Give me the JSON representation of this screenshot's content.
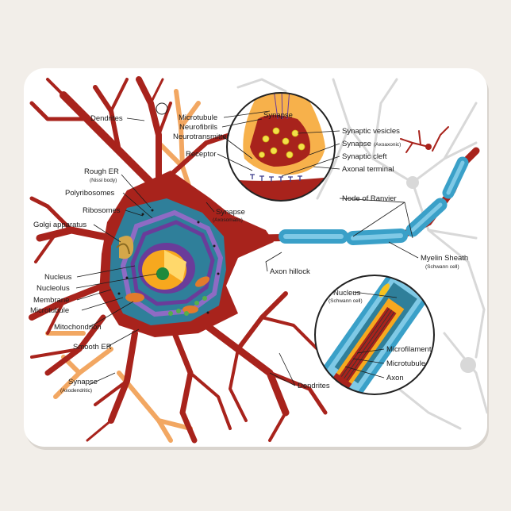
{
  "labels": {
    "dendrites_top": "Dendrites",
    "rough_er": "Rough ER",
    "rough_er_sub": "(Nissl body)",
    "polyribosomes": "Polyribosomes",
    "ribosomes": "Ribosomes",
    "golgi": "Golgi apparatus",
    "nucleus": "Nucleus",
    "nucleolus": "Nucleolus",
    "membrane": "Membrane",
    "microtubule_left": "Microtubule",
    "mitochondrion": "Mitochondrion",
    "smooth_er": "Smooth ER",
    "synapse_axodendritic": "Synapse",
    "synapse_axodendritic_sub": "(Axodendritic)",
    "microtubule_top": "Microtubule",
    "neurofibrils": "Neurofibrils",
    "neurotransmitter": "Neurotransmitter",
    "receptor": "Receptor",
    "synapse_circle": "Synapse",
    "synaptic_vesicles": "Synaptic vesicles",
    "synapse_axoaxonic": "Synapse",
    "synapse_axoaxonic_sub": "(Axoaxonic)",
    "synaptic_cleft": "Synaptic cleft",
    "axonal_terminal": "Axonal terminal",
    "synapse_axosomatic": "Synapse",
    "synapse_axosomatic_sub": "(Axosomatic)",
    "node_of_ranvier": "Node of Ranvier",
    "axon_hillock": "Axon hillock",
    "myelin_sheath": "Myelin Sheath",
    "myelin_sheath_sub": "(Schwann cell)",
    "nucleus_schwann": "Nucleus",
    "nucleus_schwann_sub": "(Schwann cell)",
    "microfilament": "Microfilament",
    "microtubule_inset": "Microtubule",
    "axon": "Axon",
    "dendrites_bottom": "Dendrites"
  },
  "colors": {
    "background": "#f2eee9",
    "pad": "#ffffff",
    "cell_body": "#a8231c",
    "dendrite_orange": "#f2a762",
    "nucleus_purple": "#6a3c9a",
    "cytoplasm_teal": "#2f7f9a",
    "nucleolus_yellow": "#f7c21e",
    "myelin_blue": "#3aa0c8",
    "leader": "#1b1b1b"
  }
}
